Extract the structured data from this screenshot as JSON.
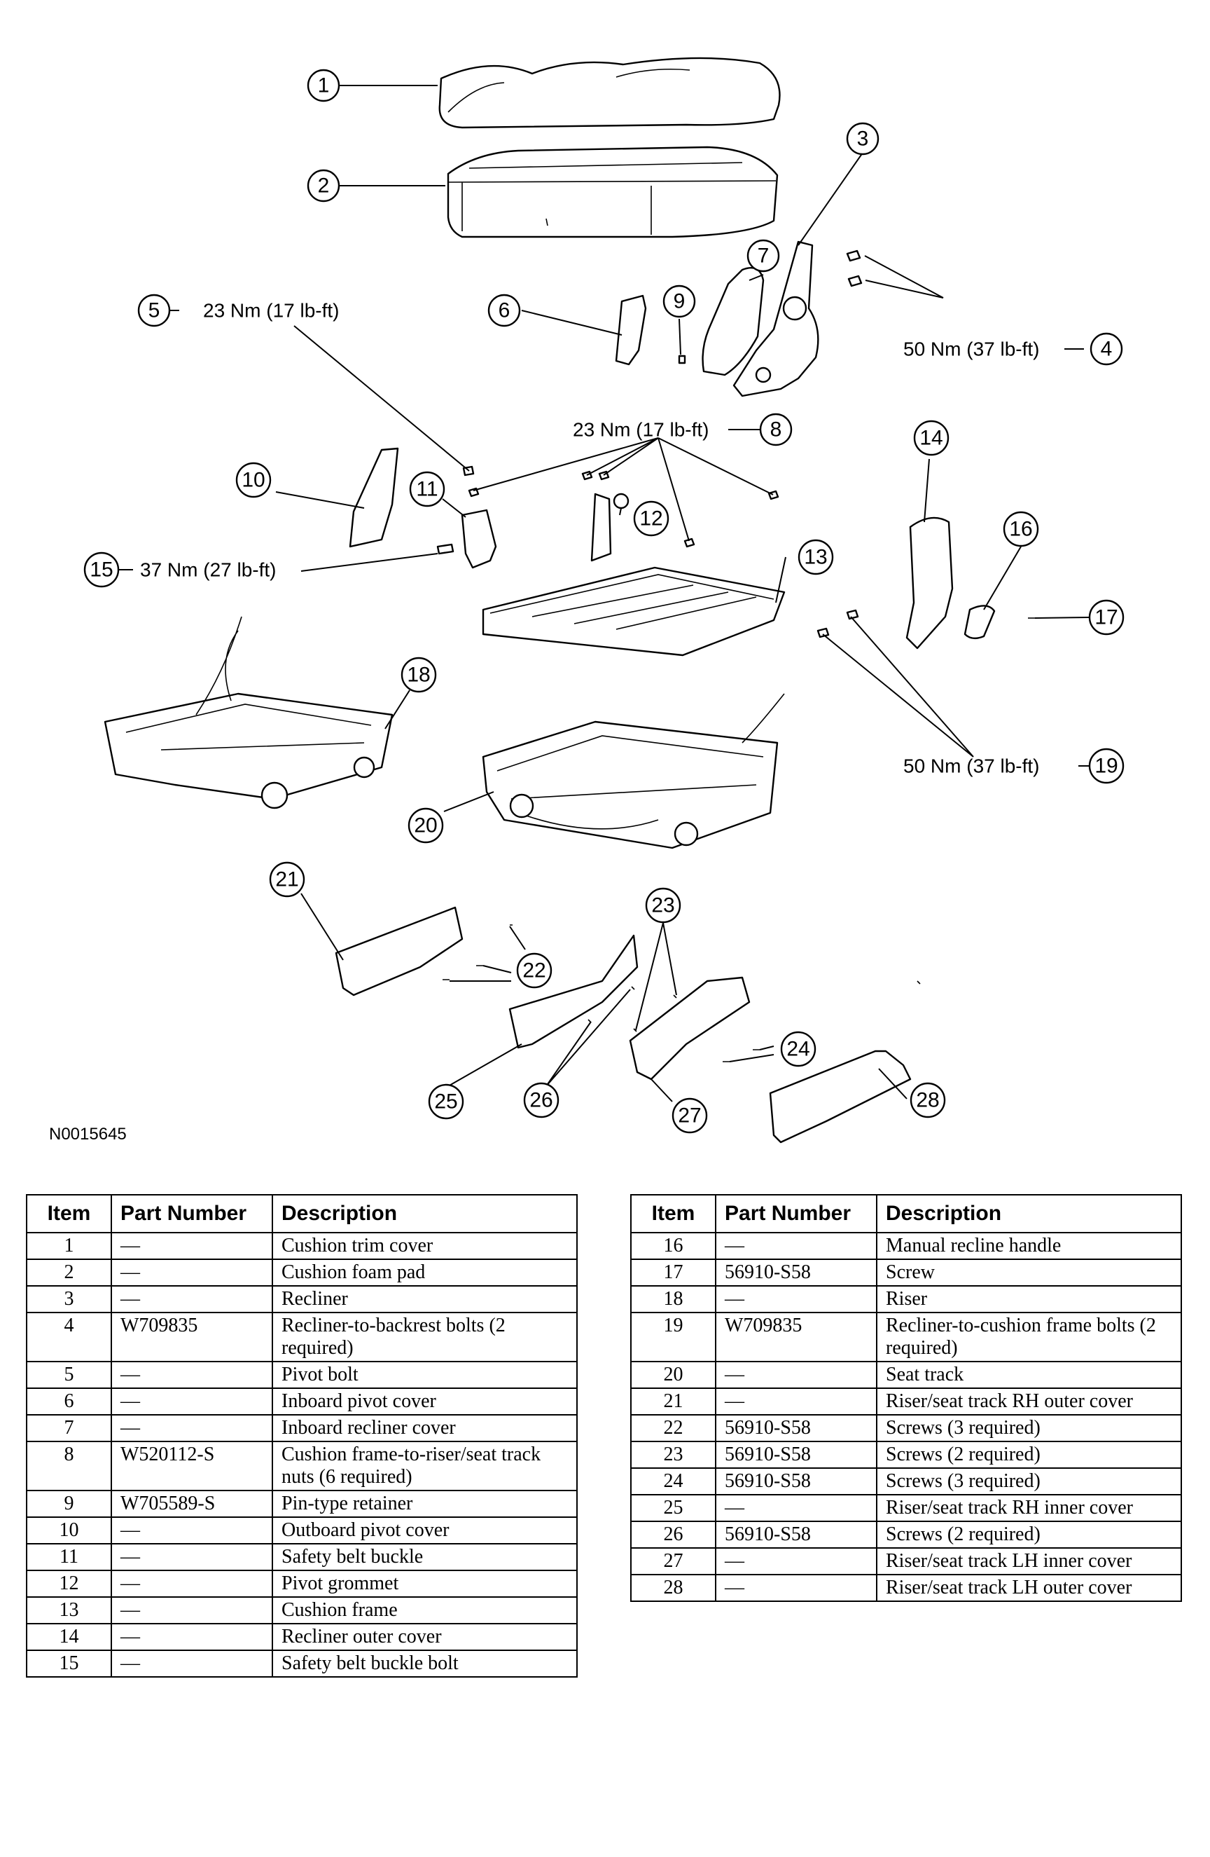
{
  "figure_id": "N0015645",
  "callouts": {
    "c1": "1",
    "c2": "2",
    "c3": "3",
    "c4": "4",
    "c5": "5",
    "c6": "6",
    "c7": "7",
    "c8": "8",
    "c9": "9",
    "c10": "10",
    "c11": "11",
    "c12": "12",
    "c13": "13",
    "c14": "14",
    "c15": "15",
    "c16": "16",
    "c17": "17",
    "c18": "18",
    "c19": "19",
    "c20": "20",
    "c21": "21",
    "c22": "22",
    "c23": "23",
    "c24": "24",
    "c25": "25",
    "c26": "26",
    "c27": "27",
    "c28": "28"
  },
  "torques": {
    "t4": "50 Nm (37 lb-ft)",
    "t5": "23 Nm (17 lb-ft)",
    "t8": "23 Nm (17 lb-ft)",
    "t15": "37 Nm (27 lb-ft)",
    "t19": "50 Nm (37 lb-ft)"
  },
  "table": {
    "headers": {
      "item": "Item",
      "part_number": "Part Number",
      "description": "Description"
    },
    "left_rows": [
      {
        "item": "1",
        "part_number": "—",
        "description": "Cushion trim cover"
      },
      {
        "item": "2",
        "part_number": "—",
        "description": "Cushion foam pad"
      },
      {
        "item": "3",
        "part_number": "—",
        "description": "Recliner"
      },
      {
        "item": "4",
        "part_number": "W709835",
        "description": "Recliner-to-backrest bolts (2 required)"
      },
      {
        "item": "5",
        "part_number": "—",
        "description": "Pivot bolt"
      },
      {
        "item": "6",
        "part_number": "—",
        "description": "Inboard pivot cover"
      },
      {
        "item": "7",
        "part_number": "—",
        "description": "Inboard recliner cover"
      },
      {
        "item": "8",
        "part_number": "W520112-S",
        "description": "Cushion frame-to-riser/seat track nuts (6 required)"
      },
      {
        "item": "9",
        "part_number": "W705589-S",
        "description": "Pin-type retainer"
      },
      {
        "item": "10",
        "part_number": "—",
        "description": "Outboard pivot cover"
      },
      {
        "item": "11",
        "part_number": "—",
        "description": "Safety belt buckle"
      },
      {
        "item": "12",
        "part_number": "—",
        "description": "Pivot grommet"
      },
      {
        "item": "13",
        "part_number": "—",
        "description": "Cushion frame"
      },
      {
        "item": "14",
        "part_number": "—",
        "description": "Recliner outer cover"
      },
      {
        "item": "15",
        "part_number": "—",
        "description": "Safety belt buckle bolt"
      }
    ],
    "right_rows": [
      {
        "item": "16",
        "part_number": "—",
        "description": "Manual recline handle"
      },
      {
        "item": "17",
        "part_number": "56910-S58",
        "description": "Screw"
      },
      {
        "item": "18",
        "part_number": "—",
        "description": "Riser"
      },
      {
        "item": "19",
        "part_number": "W709835",
        "description": "Recliner-to-cushion frame bolts (2 required)"
      },
      {
        "item": "20",
        "part_number": "—",
        "description": "Seat track"
      },
      {
        "item": "21",
        "part_number": "—",
        "description": "Riser/seat track RH outer cover"
      },
      {
        "item": "22",
        "part_number": "56910-S58",
        "description": "Screws (3 required)"
      },
      {
        "item": "23",
        "part_number": "56910-S58",
        "description": "Screws (2 required)"
      },
      {
        "item": "24",
        "part_number": "56910-S58",
        "description": "Screws (3 required)"
      },
      {
        "item": "25",
        "part_number": "—",
        "description": "Riser/seat track RH inner cover"
      },
      {
        "item": "26",
        "part_number": "56910-S58",
        "description": "Screws (2 required)"
      },
      {
        "item": "27",
        "part_number": "—",
        "description": "Riser/seat track LH inner cover"
      },
      {
        "item": "28",
        "part_number": "—",
        "description": "Riser/seat track LH outer cover"
      }
    ]
  }
}
